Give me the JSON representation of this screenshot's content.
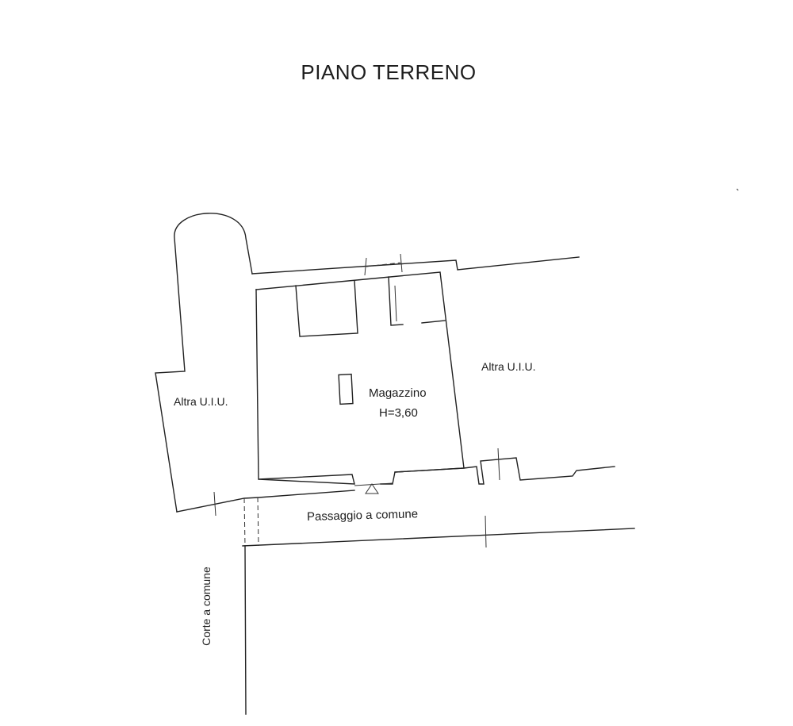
{
  "title": "PIANO TERRENO",
  "rooms": {
    "left_unit": "Altra U.I.U.",
    "right_unit": "Altra U.I.U.",
    "storage": {
      "name": "Magazzino",
      "height": "H=3,60"
    }
  },
  "areas": {
    "shared_passage": "Passaggio a comune",
    "shared_courtyard": "Corte a comune"
  },
  "colors": {
    "line": "#222222",
    "background": "#ffffff"
  }
}
